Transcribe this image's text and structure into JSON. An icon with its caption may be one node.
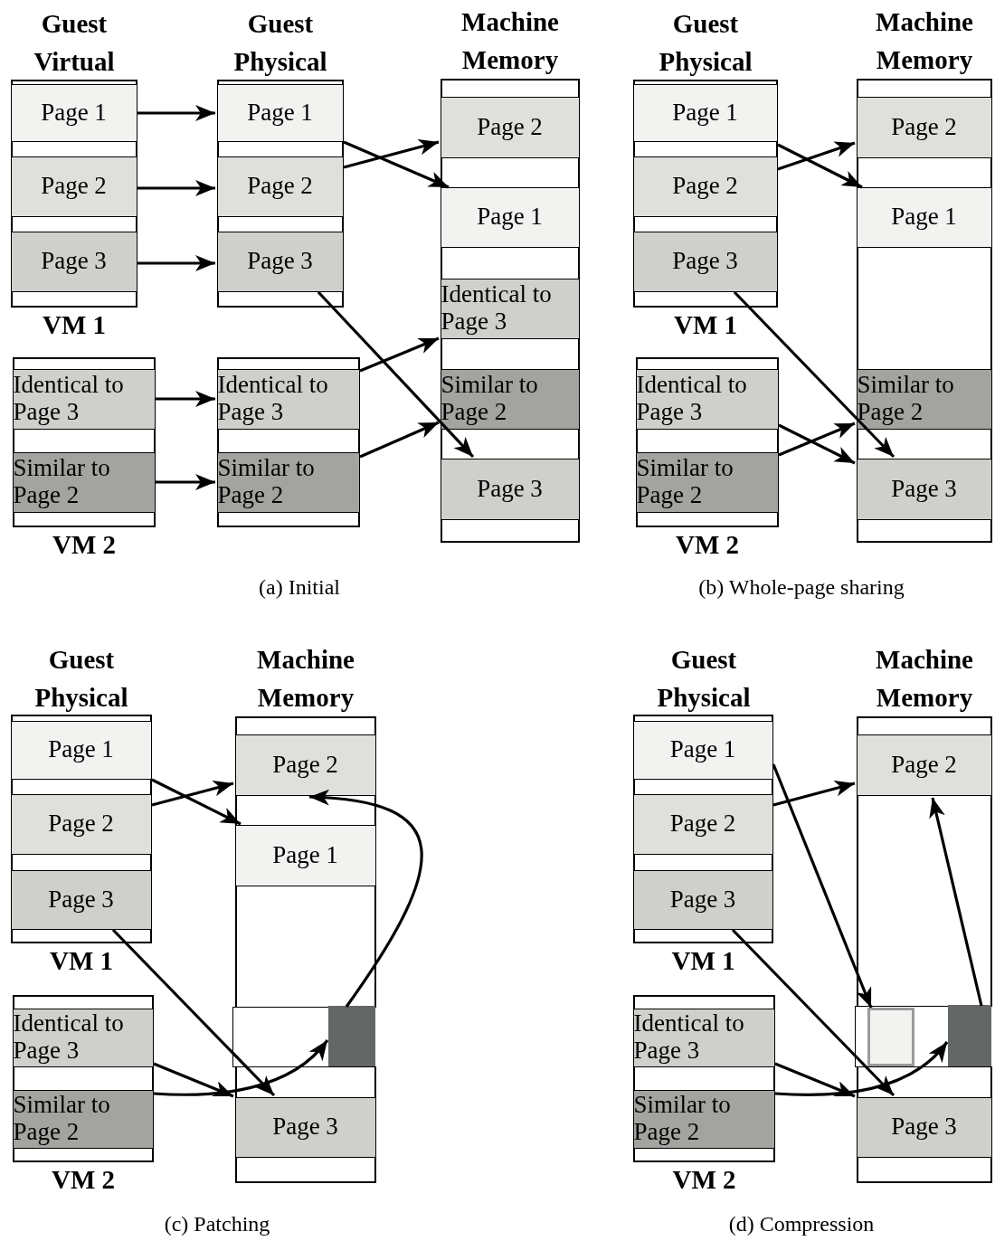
{
  "diagram": {
    "nodes": [
      {
        "text": [
          "VM 1"
        ]
      },
      {
        "text": [
          "Page 1"
        ],
        "in": 0
      },
      {
        "text": [
          "Page 2"
        ],
        "in": 0
      },
      {
        "text": [
          "Page 3"
        ],
        "in": 0
      },
      {
        "text": [],
        "shape": "box"
      },
      {
        "text": [
          "Page 1"
        ],
        "in": 4
      },
      {
        "text": [
          "Page 2"
        ],
        "in": 4
      },
      {
        "text": [
          "Page 3"
        ],
        "in": 4
      },
      {
        "text": [
          "Machine Memory"
        ]
      },
      {
        "text": [
          "Page 2"
        ],
        "in": 8
      },
      {
        "text": [
          "Page 1"
        ],
        "in": 8
      },
      {
        "text": [
          "Identical to Page 3"
        ],
        "in": 8
      },
      {
        "text": [
          "Similar to Page 2"
        ],
        "in": 8
      },
      {
        "text": [
          "Page 3"
        ],
        "in": 8
      },
      {
        "text": [
          "VM 2"
        ]
      },
      {
        "text": [
          "Identical to Page 3"
        ],
        "in": 14
      },
      {
        "text": [
          "Similar to Page 2"
        ],
        "in": 14
      },
      {
        "text": [],
        "shape": "box"
      },
      {
        "text": [
          "Identical to Page 3"
        ],
        "in": 17
      },
      {
        "text": [
          "Similar to Page 2"
        ],
        "in": 17
      },
      {
        "text": [
          "VM 1"
        ]
      },
      {
        "text": [
          "Page 1"
        ],
        "in": 20
      },
      {
        "text": [
          "Page 2"
        ],
        "in": 20
      },
      {
        "text": [
          "Page 3"
        ],
        "in": 20
      },
      {
        "text": [
          "Machine Memory"
        ]
      },
      {
        "text": [
          "Page 2"
        ],
        "in": 24
      },
      {
        "text": [
          "Page 1"
        ],
        "in": 24
      },
      {
        "text": [
          "Similar to Page 2"
        ],
        "in": 24
      },
      {
        "text": [
          "Page 3"
        ],
        "in": 24
      },
      {
        "text": [
          "VM 2"
        ]
      },
      {
        "text": [
          "Identical to Page 3"
        ],
        "in": 29
      },
      {
        "text": [
          "Similar to Page 2"
        ],
        "in": 29
      },
      {
        "text": [
          "VM 1"
        ]
      },
      {
        "text": [
          "Page 1"
        ],
        "in": 32
      },
      {
        "text": [
          "Page 2"
        ],
        "in": 32
      },
      {
        "text": [
          "Page 3"
        ],
        "in": 32
      },
      {
        "text": [
          "Machine Memory"
        ]
      },
      {
        "text": [
          "Page 2"
        ],
        "in": 36
      },
      {
        "text": [
          "Page 1"
        ],
        "in": 36
      },
      {
        "text": [],
        "shape": "box",
        "in": 36
      },
      {
        "text": [],
        "shape": "box",
        "in": 39
      },
      {
        "text": [
          "Page 3"
        ],
        "in": 36
      },
      {
        "text": [
          "VM 2"
        ]
      },
      {
        "text": [
          "Identical to Page 3"
        ],
        "in": 42
      },
      {
        "text": [
          "Similar to Page 2"
        ],
        "in": 42
      },
      {
        "text": [
          "VM 1"
        ]
      },
      {
        "text": [
          "Page 1"
        ],
        "in": 45
      },
      {
        "text": [
          "Page 2"
        ],
        "in": 45
      },
      {
        "text": [
          "Page 3"
        ],
        "in": 45
      },
      {
        "text": [
          "Machine Memory"
        ]
      },
      {
        "text": [
          "Page 2"
        ],
        "in": 49
      },
      {
        "text": [],
        "shape": "box",
        "in": 49
      },
      {
        "text": [],
        "shape": "box",
        "in": 51
      },
      {
        "text": [],
        "shape": "box",
        "in": 51
      },
      {
        "text": [
          "Page 3"
        ],
        "in": 49
      },
      {
        "text": [
          "VM 2"
        ]
      },
      {
        "text": [
          "Identical to Page 3"
        ],
        "in": 55
      },
      {
        "text": [
          "Similar to Page 2"
        ],
        "in": 55
      }
    ],
    "edges": [
      {
        "from": 1,
        "to": 5,
        "arrow": "to"
      },
      {
        "from": 2,
        "to": 6,
        "arrow": "to"
      },
      {
        "from": 3,
        "to": 7,
        "arrow": "to"
      },
      {
        "from": 15,
        "to": 18,
        "arrow": "to"
      },
      {
        "from": 16,
        "to": 19,
        "arrow": "to"
      },
      {
        "from": 5,
        "to": 10,
        "arrow": "to"
      },
      {
        "from": 6,
        "to": 9,
        "arrow": "to"
      },
      {
        "from": 7,
        "to": 13,
        "arrow": "to"
      },
      {
        "from": 18,
        "to": 11,
        "arrow": "to"
      },
      {
        "from": 19,
        "to": 12,
        "arrow": "to"
      },
      {
        "from": 21,
        "to": 26,
        "arrow": "to"
      },
      {
        "from": 22,
        "to": 25,
        "arrow": "to"
      },
      {
        "from": 23,
        "to": 28,
        "arrow": "to"
      },
      {
        "from": 30,
        "to": 28,
        "arrow": "to"
      },
      {
        "from": 31,
        "to": 27,
        "arrow": "to"
      },
      {
        "from": 33,
        "to": 38,
        "arrow": "to"
      },
      {
        "from": 34,
        "to": 37,
        "arrow": "to"
      },
      {
        "from": 35,
        "to": 41,
        "arrow": "to"
      },
      {
        "from": 43,
        "to": 41,
        "arrow": "to"
      },
      {
        "from": 44,
        "to": 40,
        "arrow": "to"
      },
      {
        "from": 40,
        "to": 37,
        "arrow": "to"
      },
      {
        "from": 46,
        "to": 52,
        "arrow": "to"
      },
      {
        "from": 47,
        "to": 50,
        "arrow": "to"
      },
      {
        "from": 48,
        "to": 54,
        "arrow": "to"
      },
      {
        "from": 56,
        "to": 54,
        "arrow": "to"
      },
      {
        "from": 57,
        "to": 53,
        "arrow": "to"
      },
      {
        "from": 53,
        "to": 50,
        "arrow": "to"
      }
    ],
    "labels": [
      "Guest Virtual",
      "Guest Physical",
      "Guest Physical",
      "(a) Initial",
      "(b) Whole-page sharing",
      "Guest Physical",
      "Guest Physical",
      "(c) Patching",
      "(d) Compression"
    ]
  }
}
